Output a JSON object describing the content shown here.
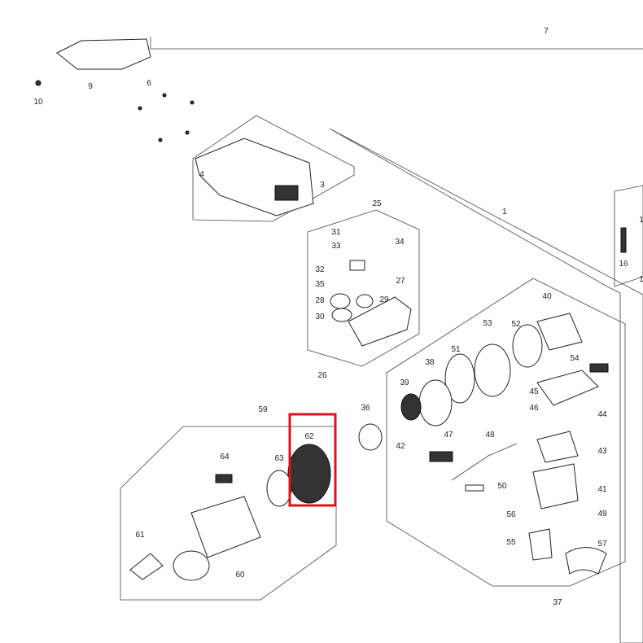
{
  "diagram": {
    "highlight_color": "#d9141b",
    "highlighted_part": "62",
    "labels": {
      "p1": "1",
      "p3": "3",
      "p4": "4",
      "p6": "6",
      "p7": "7",
      "p9": "9",
      "p10": "10",
      "p16": "16",
      "p25": "25",
      "p26": "26",
      "p27": "27",
      "p28": "28",
      "p29": "29",
      "p30": "30",
      "p31": "31",
      "p32": "32",
      "p33": "33",
      "p34": "34",
      "p35": "35",
      "p36": "36",
      "p37": "37",
      "p38": "38",
      "p39": "39",
      "p40": "40",
      "p41": "41",
      "p42": "42",
      "p43": "43",
      "p44": "44",
      "p45": "45",
      "p46": "46",
      "p47": "47",
      "p48": "48",
      "p49": "49",
      "p50": "50",
      "p51": "51",
      "p52": "52",
      "p53": "53",
      "p54": "54",
      "p55": "55",
      "p56": "56",
      "p57": "57",
      "p59": "59",
      "p60": "60",
      "p61": "61",
      "p62": "62",
      "p63": "63",
      "p64": "64",
      "edge_a": "1",
      "edge_b": "1"
    }
  }
}
